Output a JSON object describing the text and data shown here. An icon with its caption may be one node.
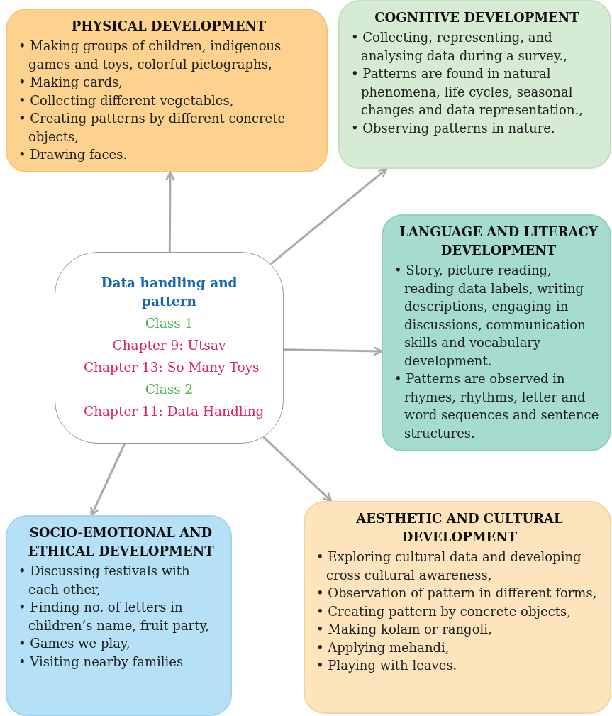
{
  "diagram": {
    "nodes": [
      {
        "text": [
          "Data handling and pattern",
          "Class 1",
          "Chapter 9: Utsav",
          "Chapter 13: So Many Toys",
          "Class 2",
          "Chapter 11: Data Handling"
        ]
      },
      {
        "text": [
          "PHYSICAL DEVELOPMENT",
          "• Making groups of children, indigenous games and toys, colorful pictographs,",
          "• Making cards,",
          "• Collecting different vegetables,",
          "• Creating patterns by different concrete objects,",
          "• Drawing faces."
        ]
      },
      {
        "text": [
          "COGNITIVE DEVELOPMENT",
          "• Collecting, representing, and analysing data during a survey.,",
          "• Patterns are found in natural phenomena, life cycles, seasonal changes and data representation.,",
          "• Observing patterns in nature."
        ]
      },
      {
        "text": [
          "LANGUAGE AND LITERACY DEVELOPMENT",
          "• Story, picture reading, reading data labels, writing descriptions, engaging in discussions, communication skills and vocabulary development.",
          "• Patterns are observed in rhymes, rhythms, letter and word sequences and sentence structures."
        ]
      },
      {
        "text": [
          "SOCIO-EMOTIONAL AND ETHICAL DEVELOPMENT",
          "• Discussing festivals with each other,",
          "• Finding no. of letters in children’s name, fruit party,",
          "• Games we play,",
          "• Visiting nearby families"
        ]
      },
      {
        "text": [
          "AESTHETIC AND CULTURAL DEVELOPMENT",
          "• Exploring cultural data and developing cross cultural awareness,",
          "• Observation of pattern in different forms,",
          "• Creating pattern by concrete objects,",
          "• Making kolam or rangoli,",
          "• Applying mehandi,",
          "• Playing with leaves."
        ]
      }
    ],
    "edges": [
      {
        "from": 0,
        "to": 1,
        "arrow": "to"
      },
      {
        "from": 0,
        "to": 2,
        "arrow": "to"
      },
      {
        "from": 0,
        "to": 3,
        "arrow": "to"
      },
      {
        "from": 0,
        "to": 4,
        "arrow": "to"
      },
      {
        "from": 0,
        "to": 5,
        "arrow": "to"
      }
    ]
  }
}
